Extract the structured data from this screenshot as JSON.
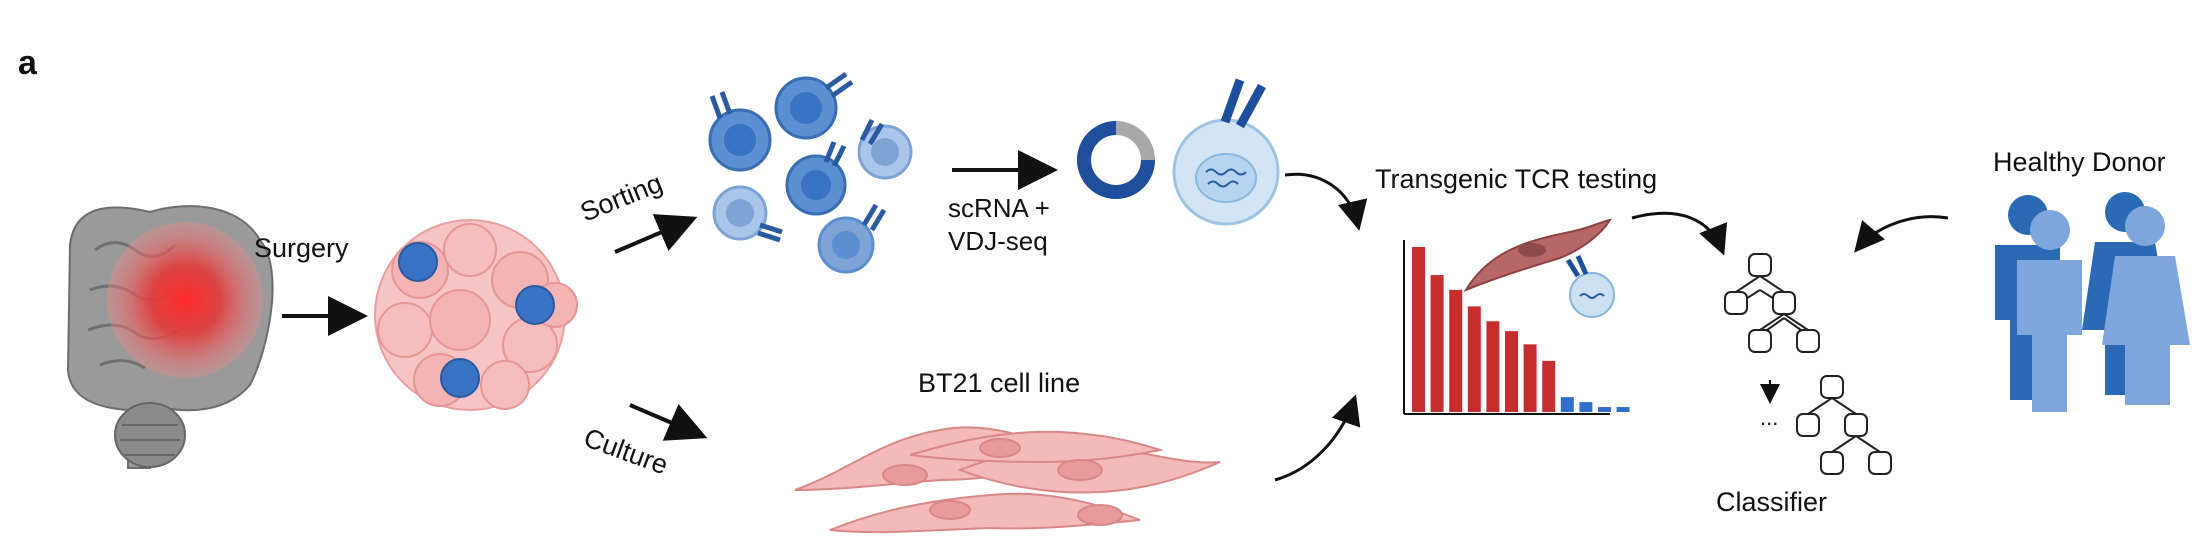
{
  "panel_label": "a",
  "labels": {
    "surgery": "Surgery",
    "sorting": "Sorting",
    "culture": "Culture",
    "scrna_line1": "scRNA +",
    "scrna_line2": "VDJ-seq",
    "bt21": "BT21 cell line",
    "transgenic": "Transgenic TCR testing",
    "healthy_donor": "Healthy Donor",
    "classifier": "Classifier",
    "ellipsis": "..."
  },
  "colors": {
    "brain_gray": "#8a8a8a",
    "tumor_red": "#e03a3a",
    "tumor_pink": "#f7c9c9",
    "tcell_blue": "#3a72c4",
    "tcell_light": "#a9c6ea",
    "bar_red": "#c62d2d",
    "bar_blue": "#2f6fc9",
    "donor_dark": "#2a6ab5",
    "donor_light": "#7fa6dc"
  },
  "chart_data": {
    "type": "bar",
    "values": [
      100,
      83,
      74,
      64,
      55,
      49,
      41,
      31,
      9,
      6,
      3,
      3
    ],
    "bar_colors": [
      "red",
      "red",
      "red",
      "red",
      "red",
      "red",
      "red",
      "red",
      "blue",
      "blue",
      "blue",
      "blue"
    ]
  }
}
